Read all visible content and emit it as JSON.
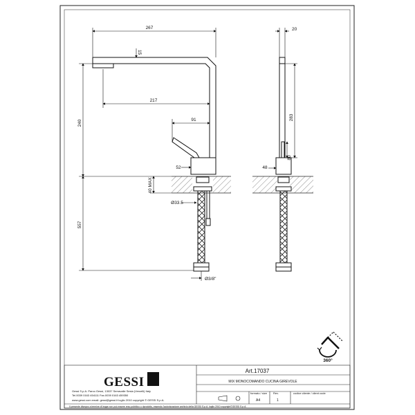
{
  "drawing": {
    "dimensions": {
      "overall_width": "267",
      "top_thickness": "15",
      "reach": "217",
      "lever_offset": "91",
      "height": "240",
      "deck_max": "40 MAX",
      "base_side": "52",
      "hole_dia": "Ø33.5",
      "hose_length": "557",
      "connection": "Ø3/8\"",
      "side_width": "20",
      "side_height": "283",
      "side_lever": "80",
      "side_base": "48"
    },
    "rotation_label": "360°"
  },
  "title_block": {
    "brand": "GESSI",
    "company_line1": "Gessi S.p.A. Parco Gessi, 13037 Serravalle Sesia (Vercelli) Italy",
    "company_line2": "Tel.0039 0163 454111  Fax.0039 0163 459350",
    "company_line3": "www.gessi.com  email: gessi@gessi.it    luglio 2010    copyright © GESSI S.p.A.",
    "article": "Art.17037",
    "description": "MIX MONOCOMANDO CUCINA GIREVOLE",
    "format_label": "formato / size",
    "format_value": "A4",
    "rev_label": "Rev.",
    "rev_value": "1",
    "code_label": "codice cliente / client code",
    "footer": "Il presente disegno a termine di legge non può essere reso pubblico o riprodotto, essendo l'autorizzazione archivio della GESSI S.p.A.    luglio 2010  copyright©GESSI S.p.A."
  }
}
